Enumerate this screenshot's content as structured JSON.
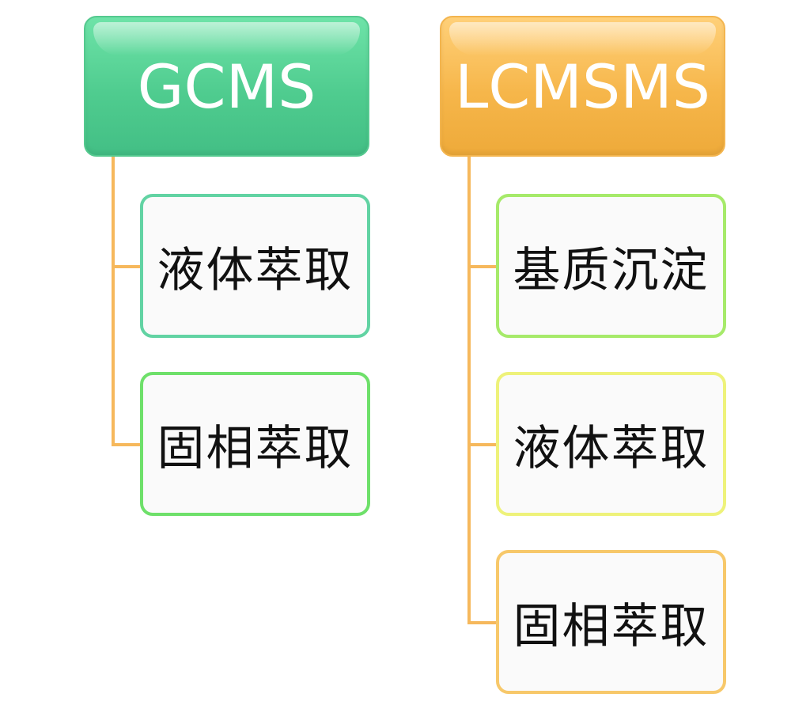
{
  "columns": [
    {
      "title": "GCMS",
      "items": [
        "液体萃取",
        "固相萃取"
      ]
    },
    {
      "title": "LCMSMS",
      "items": [
        "基质沉淀",
        "液体萃取",
        "固相萃取"
      ]
    }
  ],
  "colors": {
    "gcms_header": "#4fcc8f",
    "lcmsms_header": "#f6b64a",
    "connector": "#f6b85c",
    "border_teal_green": "#62d3a3",
    "border_green": "#6ee06a",
    "border_lime": "#a6ea6a",
    "border_yellow": "#eef27a",
    "border_orange": "#f7c86a"
  }
}
